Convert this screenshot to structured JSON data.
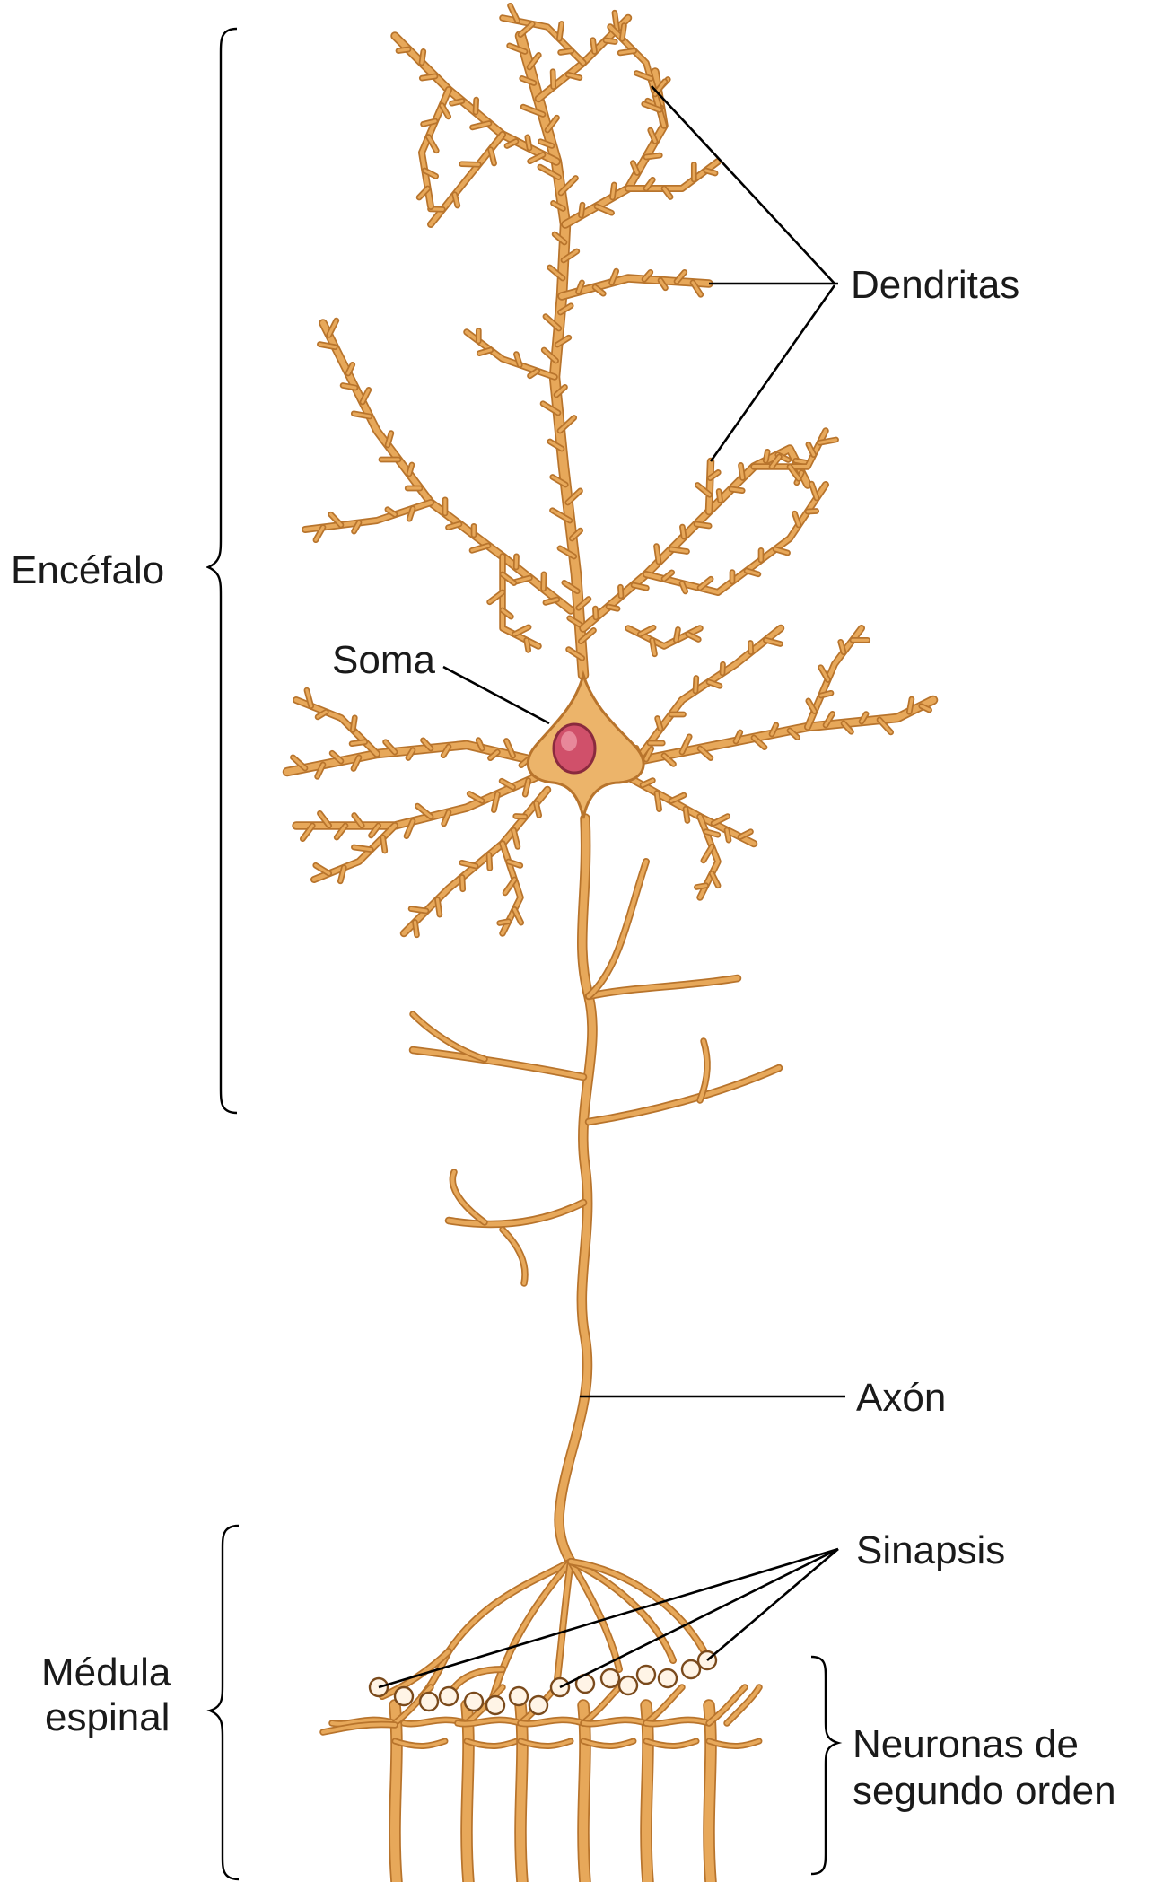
{
  "labels": {
    "dendrites": "Dendritas",
    "brain": "Encéfalo",
    "soma": "Soma",
    "axon": "Axón",
    "synapse": "Sinapsis",
    "spinal_cord_line1": "Médula",
    "spinal_cord_line2": "espinal",
    "second_order_line1": "Neuronas de",
    "second_order_line2": "segundo orden"
  },
  "colors": {
    "neuron_fill": "#e7a85a",
    "neuron_outline": "#b8742c",
    "nucleus": "#d0506a",
    "nucleus_outline": "#8a2a3e",
    "line": "#000000"
  }
}
